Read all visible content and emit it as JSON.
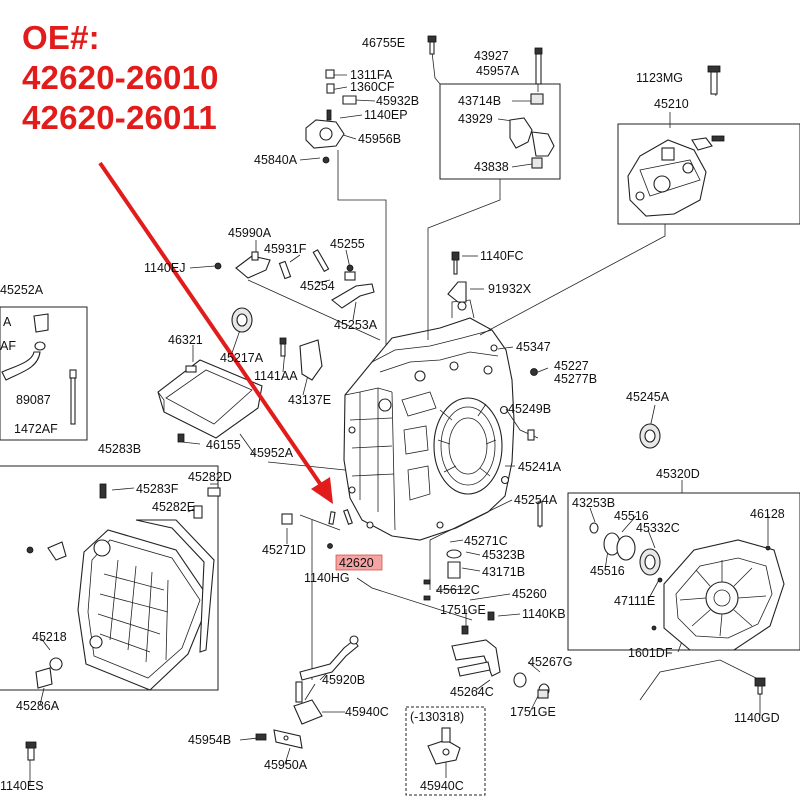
{
  "header": {
    "oe_label": "OE#:",
    "oe_number_1": "42620-26010",
    "oe_number_2": "42620-26011"
  },
  "highlight": {
    "label": "42620",
    "fill_color": "#f5a3a3",
    "arrow_color": "#e21b1b"
  },
  "callouts": {
    "c46755E": "46755E",
    "c1311FA": "1311FA",
    "c1360CF": "1360CF",
    "c45932B": "45932B",
    "c1140EP": "1140EP",
    "c45956B": "45956B",
    "c45840A": "45840A",
    "c43927": "43927",
    "c45957A": "45957A",
    "c43714B": "43714B",
    "c43929": "43929",
    "c43838": "43838",
    "c1123MG": "1123MG",
    "c45210": "45210",
    "c45990A": "45990A",
    "c45931F": "45931F",
    "c45255": "45255",
    "c1140EJ": "1140EJ",
    "c45254": "45254",
    "c45253A": "45253A",
    "c1140FC": "1140FC",
    "c91932X": "91932X",
    "c45252A": "45252A",
    "c_A1": "A",
    "c_AF": "AF",
    "c89087": "89087",
    "c1472AF": "1472AF",
    "c46321": "46321",
    "c45217A": "45217A",
    "c1141AA": "1141AA",
    "c43137E": "43137E",
    "c45347": "45347",
    "c45227": "45227",
    "c45277B": "45277B",
    "c46155": "46155",
    "c45249B": "45249B",
    "c45245A": "45245A",
    "c45283B": "45283B",
    "c45952A": "45952A",
    "c45241A": "45241A",
    "c45283F": "45283F",
    "c45282D": "45282D",
    "c45282E": "45282E",
    "c45320D": "45320D",
    "c45254A": "45254A",
    "c43253B": "43253B",
    "c45516a": "45516",
    "c45332C": "45332C",
    "c46128": "46128",
    "c45271D": "45271D",
    "c45271C": "45271C",
    "c45323B": "45323B",
    "c43171B": "43171B",
    "c45516b": "45516",
    "c1140HG": "1140HG",
    "c45612C": "45612C",
    "c45260": "45260",
    "c47111E": "47111E",
    "c1751GEa": "1751GE",
    "c1140KB": "1140KB",
    "c45218": "45218",
    "c1601DF": "1601DF",
    "c45267G": "45267G",
    "c45286A": "45286A",
    "c45920B": "45920B",
    "c45264C": "45264C",
    "c1751GEb": "1751GE",
    "c1140GD": "1140GD",
    "c45940Ca": "45940C",
    "c_range": "(-130318)",
    "c45954B": "45954B",
    "c1140ES": "1140ES",
    "c45950A": "45950A",
    "c45940Cb": "45940C"
  }
}
